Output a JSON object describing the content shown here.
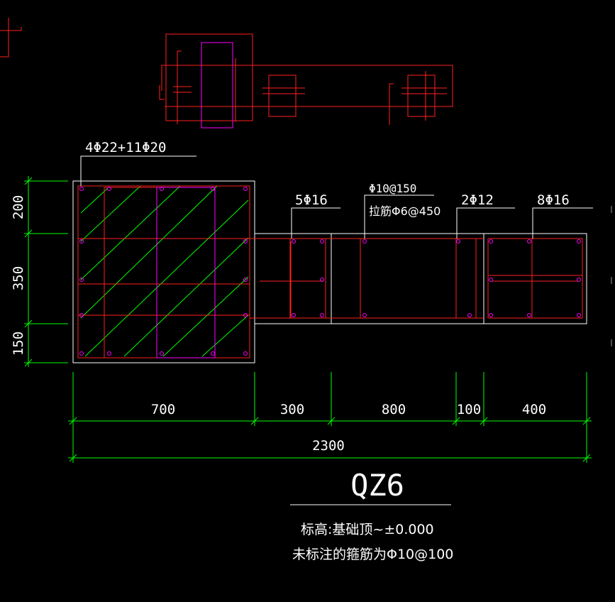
{
  "drawing": {
    "title": "QZ6",
    "notes": {
      "elevation": "标高:基础顶~±0.000",
      "default_stirrup": "未标注的箍筋为Φ10@100"
    },
    "rebar_labels": {
      "main_corner": "4Φ22+11Φ20",
      "seg1": "5Φ16",
      "web_stirrup": "Φ10@150",
      "web_tie": "拉筋Φ6@450",
      "web_bars": "2Φ12",
      "end_bars": "8Φ16"
    },
    "dimensions": {
      "horizontal": [
        "700",
        "300",
        "800",
        "100",
        "400"
      ],
      "total": "2300",
      "vertical": [
        "200",
        "350",
        "150"
      ]
    },
    "colors": {
      "background": "#000000",
      "outline": "#ffffff",
      "rebar": "#ff2020",
      "dimension": "#00ff00",
      "hatch": "#00ff00",
      "tie": "#ff00ff"
    }
  }
}
